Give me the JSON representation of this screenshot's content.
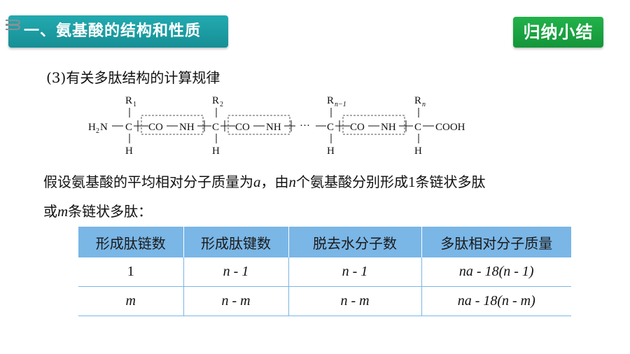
{
  "header": {
    "title": "一、氨基酸的结构和性质",
    "summary_badge": "归纳小结"
  },
  "section": {
    "number": "(3)",
    "title": "有关多肽结构的计算规律"
  },
  "formula": {
    "start_group": "H",
    "start_sub": "2",
    "start_n": "N",
    "carbon": "C",
    "peptide_co": "CO",
    "peptide_nh": "NH",
    "hydrogen": "H",
    "r_label": "R",
    "r_sub_1": "1",
    "r_sub_2": "2",
    "r_sub_n1": "n−1",
    "r_sub_n": "n",
    "ellipsis": "···",
    "end_group": "COOH"
  },
  "paragraph": {
    "line1_a": "假设氨基酸的平均相对分子质量为",
    "var_a": "a",
    "line1_b": "，由",
    "var_n": "n",
    "line1_c": "个氨基酸分别形成",
    "num_1": "1",
    "line1_d": "条链状多肽",
    "line2_a": "或",
    "var_m": "m",
    "line2_b": "条链状多肽："
  },
  "table": {
    "headers": [
      "形成肽链数",
      "形成肽键数",
      "脱去水分子数",
      "多肽相对分子质量"
    ],
    "rows": [
      [
        "1",
        "n - 1",
        "n - 1",
        "na - 18(n - 1)"
      ],
      [
        "m",
        "n - m",
        "n - m",
        "na - 18(n - m)"
      ]
    ]
  },
  "colors": {
    "banner": "#1c9ea4",
    "summary_badge": "#1aa642",
    "table_header": "#7ab6e6",
    "dashed_box": "#555555"
  }
}
